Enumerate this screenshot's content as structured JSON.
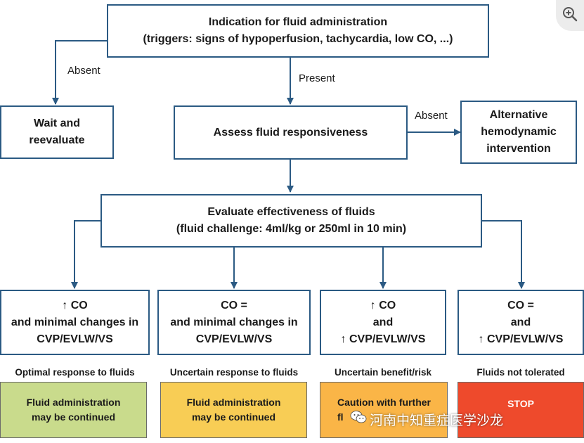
{
  "colors": {
    "border": "#2b5a83",
    "arrow": "#2b5a83",
    "green": "#c9db8c",
    "yellow": "#f8cd55",
    "orange": "#fab547",
    "red": "#ee4a2c"
  },
  "top_box": {
    "line1": "Indication for fluid administration",
    "line2": "(triggers: signs of hypoperfusion, tachycardia, low CO, ...)"
  },
  "labels": {
    "absent_left": "Absent",
    "present": "Present",
    "absent_right": "Absent"
  },
  "wait_box": {
    "line1": "Wait and",
    "line2": "reevaluate"
  },
  "assess_box": {
    "line1": "Assess fluid responsiveness"
  },
  "alternative_box": {
    "line1": "Alternative",
    "line2": "hemodynamic",
    "line3": "intervention"
  },
  "evaluate_box": {
    "line1": "Evaluate effectiveness of fluids",
    "line2": "(fluid challenge: 4ml/kg or 250ml in 10 min)"
  },
  "scenarios": [
    {
      "line1": "↑ CO",
      "line2": "and minimal changes in",
      "line3": "CVP/EVLW/VS",
      "response": "Optimal response to fluids",
      "action1": "Fluid administration",
      "action2": "may be continued"
    },
    {
      "line1": "CO =",
      "line2": "and minimal changes in",
      "line3": "CVP/EVLW/VS",
      "response": "Uncertain response to fluids",
      "action1": "Fluid administration",
      "action2": "may be continued"
    },
    {
      "line1": "↑ CO",
      "line2": "and",
      "line3": "↑ CVP/EVLW/VS",
      "response": "Uncertain benefit/risk",
      "action1": "Caution with further",
      "action2": "fl"
    },
    {
      "line1": "CO =",
      "line2": "and",
      "line3": "↑ CVP/EVLW/VS",
      "response": "Fluids not tolerated",
      "action1": "STOP",
      "action2": ""
    }
  ],
  "watermark": {
    "text": "河南中知重症医学沙龙",
    "icon": "wechat-icon"
  },
  "zoom_button": {
    "icon": "zoom-in-icon"
  }
}
